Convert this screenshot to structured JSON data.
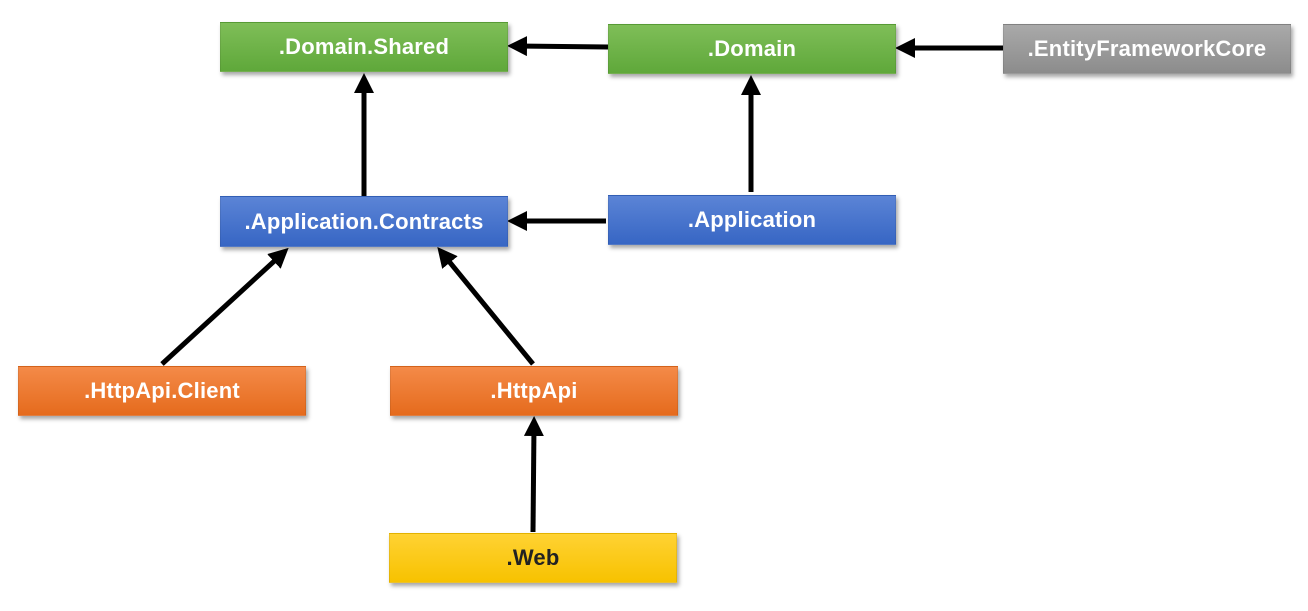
{
  "diagram": {
    "nodes": {
      "domain_shared": ".Domain.Shared",
      "domain": ".Domain",
      "entity_framework_core": ".EntityFrameworkCore",
      "application_contracts": ".Application.Contracts",
      "application": ".Application",
      "http_api_client": ".HttpApi.Client",
      "http_api": ".HttpApi",
      "web": ".Web"
    },
    "edges": [
      {
        "from": "domain",
        "to": "domain_shared"
      },
      {
        "from": "entity_framework_core",
        "to": "domain"
      },
      {
        "from": "application_contracts",
        "to": "domain_shared"
      },
      {
        "from": "application",
        "to": "domain"
      },
      {
        "from": "application",
        "to": "application_contracts"
      },
      {
        "from": "http_api_client",
        "to": "application_contracts"
      },
      {
        "from": "http_api",
        "to": "application_contracts"
      },
      {
        "from": "web",
        "to": "http_api"
      }
    ],
    "colors": {
      "domain_layer": "#6aae45",
      "application_layer": "#3f6fcc",
      "api_layer": "#ed7a30",
      "infrastructure": "#9a9a9a",
      "presentation": "#fcc90f",
      "arrow": "#000000"
    }
  }
}
